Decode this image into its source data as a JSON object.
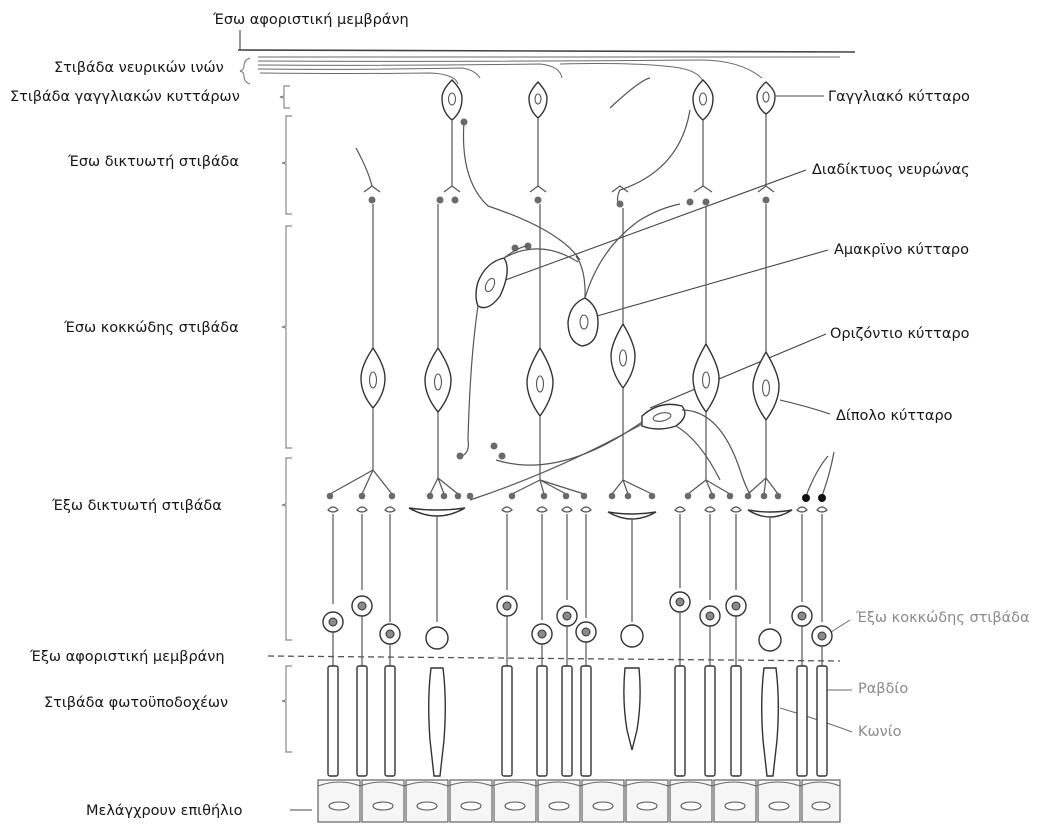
{
  "diagram": {
    "top_label": "Έσω αφοριστική μεμβράνη",
    "left_labels": [
      "Στιβάδα νευρικών ινών",
      "Στιβάδα γαγγλιακών κυττάρων",
      "Έσω δικτυωτή στιβάδα",
      "Έσω κοκκώδης στιβάδα",
      "Έξω δικτυωτή στιβάδα",
      "Έξω αφοριστική μεμβράνη",
      "Στιβάδα φωτοϋποδοχέων",
      "Μελάγχρουν επιθήλιο"
    ],
    "right_labels": [
      "Γαγγλιακό κύτταρο",
      "Διαδίκτυος νευρώνας",
      "Αμακρϊνο κύτταρο",
      "Οριζόντιο κύτταρο",
      "Δίπολο κύτταρο"
    ],
    "right_gray_labels": [
      "Έξω κοκκώδης στιβάδα",
      "Ραβδίο",
      "Κωνίο"
    ]
  },
  "colors": {
    "ink": "#161616",
    "gray_label": "#8a8a8a",
    "line": "#555555"
  }
}
